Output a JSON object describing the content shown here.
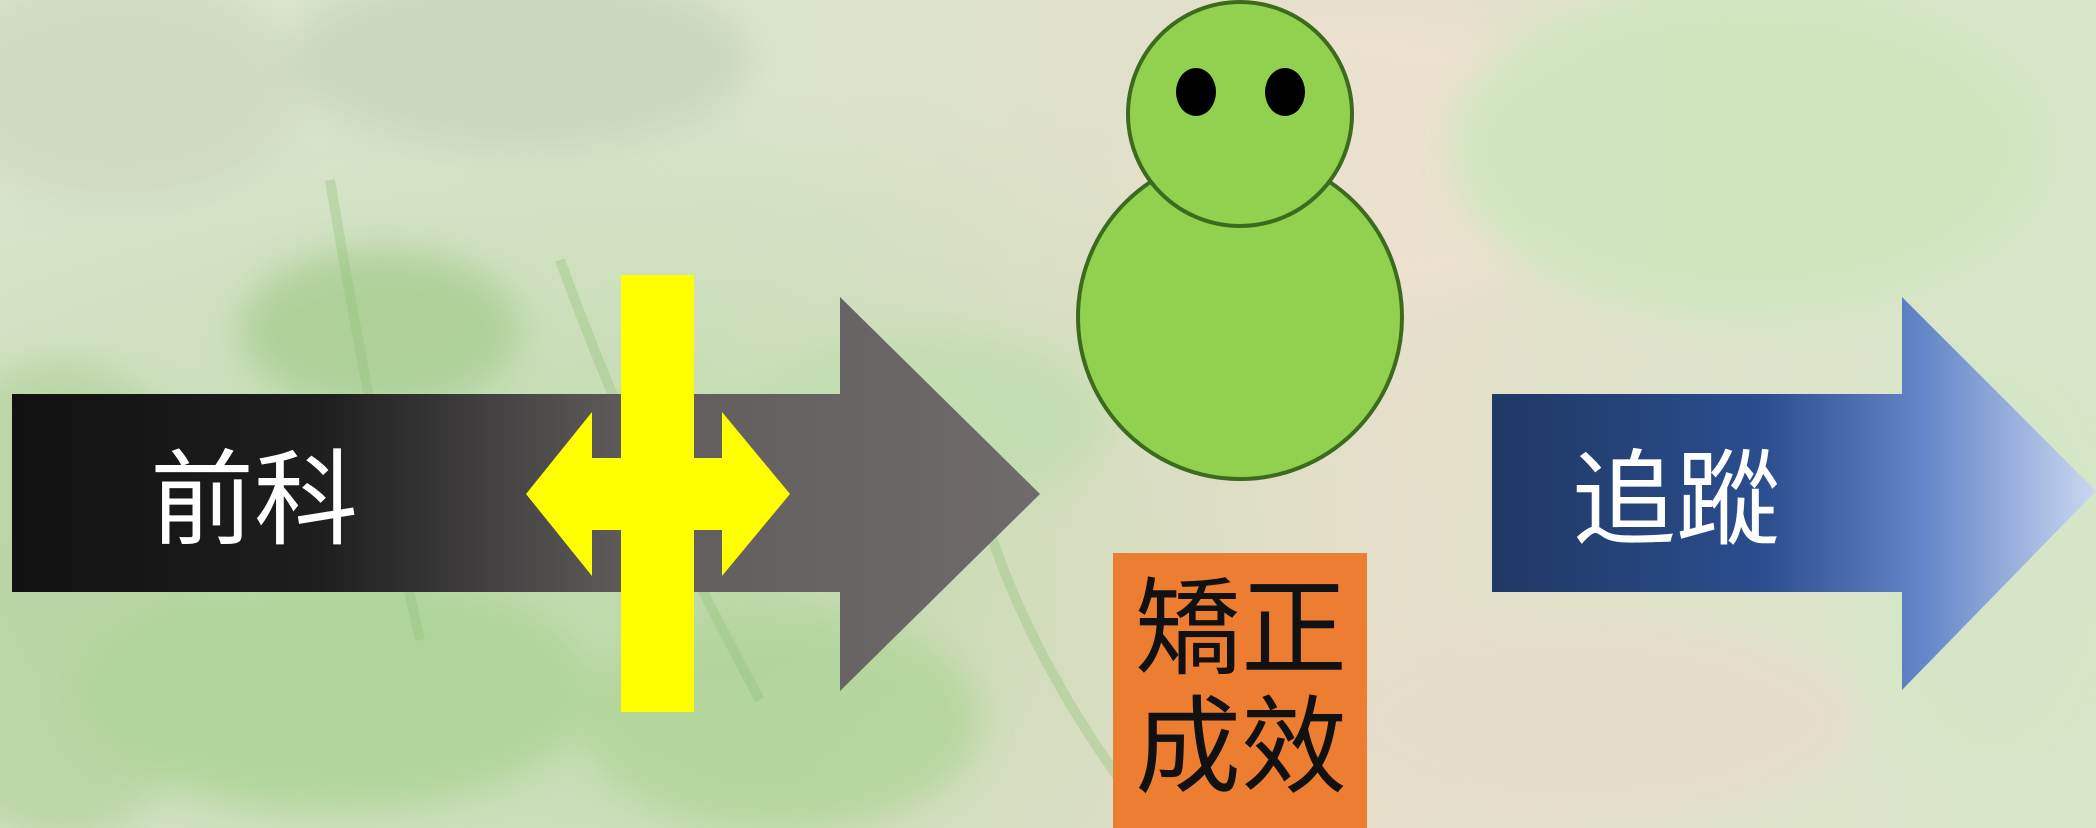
{
  "diagram": {
    "left_arrow_label": "前科",
    "right_arrow_label": "追蹤",
    "center_box_lines": [
      "矯正",
      "成效"
    ]
  },
  "colors": {
    "yellow": "#ffff00",
    "green_fill": "#92d050",
    "green_stroke": "#3d6b1e",
    "orange": "#ed7d31",
    "dark_gray": "#6f6b6b",
    "navy": "#1f3864",
    "light_blue": "#c5d4ef"
  }
}
